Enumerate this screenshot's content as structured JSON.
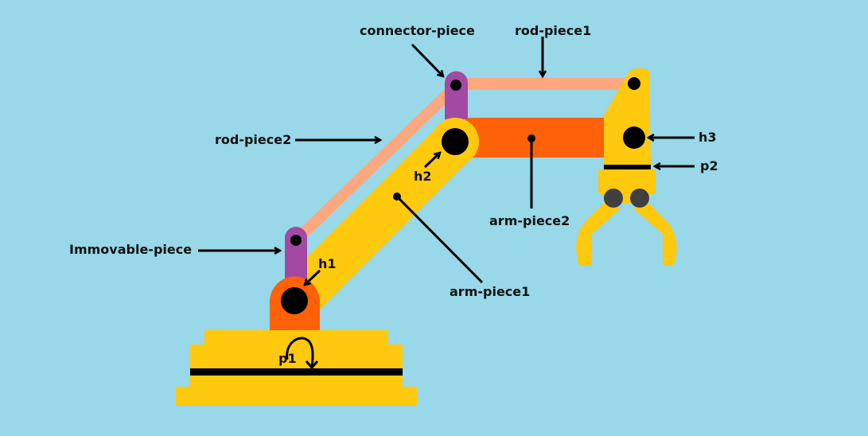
{
  "title": "Robotic arm parts diagram",
  "colors": {
    "background": "#98d8e8",
    "yellow": "#ffc90e",
    "orange": "#ff6108",
    "purple": "#a349a4",
    "rod": "#ffa77f",
    "black": "#000000",
    "grey": "#404040"
  },
  "labels": {
    "connector_piece": "connector-piece",
    "rod_piece1": "rod-piece1",
    "rod_piece2": "rod-piece2",
    "immovable_piece": "Immovable-piece",
    "h1": "h1",
    "h2": "h2",
    "h3": "h3",
    "p1": "p1",
    "p2": "p2",
    "arm_piece1": "arm-piece1",
    "arm_piece2": "arm-piece2"
  }
}
